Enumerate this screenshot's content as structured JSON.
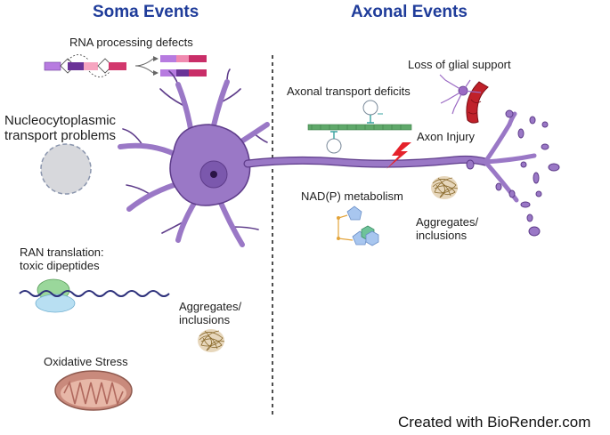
{
  "headers": {
    "soma": "Soma Events",
    "axonal": "Axonal Events"
  },
  "labels": {
    "rna_processing": "RNA processing defects",
    "nucleocytoplasmic": "Nucleocytoplasmic\ntransport problems",
    "ran_translation": "RAN translation:\ntoxic dipeptides",
    "aggregates_soma": "Aggregates/\ninclusions",
    "oxidative_stress": "Oxidative Stress",
    "glial_support": "Loss of glial support",
    "axonal_transport": "Axonal transport deficits",
    "axon_injury": "Axon Injury",
    "nadp": "NAD(P) metabolism",
    "aggregates_axon": "Aggregates/\ninclusions"
  },
  "footer": "Created with BioRender.com",
  "colors": {
    "header_blue": "#1f3c9a",
    "neuron_purple": "#9a78c6",
    "neuron_outline": "#5e3c8a",
    "nucleus": "#7b58ad",
    "mito": "#c98a7c",
    "lightning": "#e5222b",
    "microtubule": "#5fa86a"
  }
}
